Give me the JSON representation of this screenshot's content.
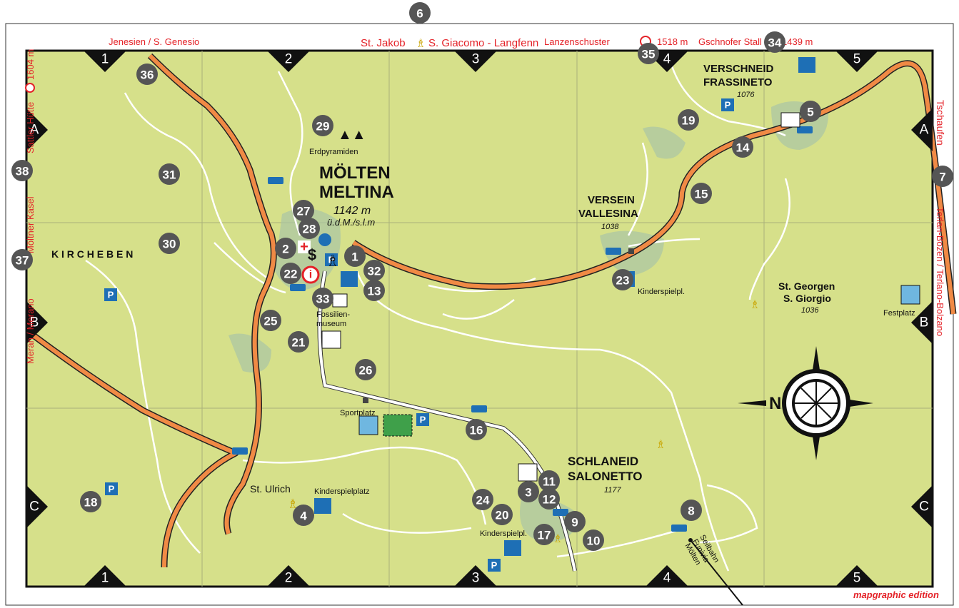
{
  "border_labels": {
    "top_left": "Jenesien / S. Genesio",
    "top_center_a": "St. Jakob",
    "top_center_b": "S. Giacomo - Langfenn",
    "top_right_a": "Lanzenschuster",
    "top_right_a_alt": "1518 m",
    "top_right_b": "Gschnofer Stall",
    "top_right_b_alt": "1439 m",
    "left_upper": "Sattler Hütte",
    "left_upper_alt": "1604 m",
    "left_mid": "Möltner Kasel",
    "left_lower": "Meran / Merano",
    "right_upper": "Tschaufen",
    "right_lower": "Terlan-Bozen / Terlano-Bolzano"
  },
  "grid_columns": [
    "1",
    "2",
    "3",
    "4",
    "5"
  ],
  "grid_rows": [
    "A",
    "B",
    "C"
  ],
  "places": {
    "moelten_de": "MÖLTEN",
    "moelten_it": "MELTINA",
    "moelten_alt": "1142 m",
    "moelten_alt_note": "ü.d.M./s.l.m",
    "versein_de": "VERSEIN",
    "versein_it": "VALLESINA",
    "versein_alt": "1038",
    "verschneid_de": "VERSCHNEID",
    "verschneid_it": "FRASSINETO",
    "verschneid_alt": "1076",
    "stgeorgen_de": "St. Georgen",
    "stgeorgen_it": "S. Giorgio",
    "stgeorgen_alt": "1036",
    "schlaneid_de": "SCHLANEID",
    "schlaneid_it": "SALONETTO",
    "schlaneid_alt": "1177",
    "kircheben": "K I R C H E B E N",
    "st_ulrich": "St. Ulrich"
  },
  "features": {
    "erdpyramiden": "Erdpyramiden",
    "fossilien_1": "Fossilien-",
    "fossilien_2": "museum",
    "kinderspielpl_versein": "Kinderspielpl.",
    "kinderspielpl_schlaneid": "Kinderspielpl.",
    "kinderspielplatz": "Kinderspielplatz",
    "festplatz": "Festplatz",
    "sportplatz": "Sportplatz",
    "seilbahn_1": "Seilbahn",
    "seilbahn_2": "Funivia",
    "seilbahn_3": "Mölten"
  },
  "compass": {
    "north": "N"
  },
  "edition": "mapgraphic edition",
  "poi_numbers": [
    "1",
    "2",
    "3",
    "4",
    "5",
    "6",
    "7",
    "8",
    "9",
    "10",
    "11",
    "12",
    "13",
    "14",
    "15",
    "16",
    "17",
    "18",
    "19",
    "20",
    "21",
    "22",
    "23",
    "24",
    "25",
    "26",
    "27",
    "28",
    "29",
    "30",
    "31",
    "32",
    "33",
    "34",
    "35",
    "36",
    "37",
    "38"
  ],
  "icons": {
    "parking": "P",
    "info": "i",
    "bank": "$",
    "pharmacy": "+"
  },
  "colors": {
    "land": "#d6e08a",
    "main_road": "#f08a45",
    "border_text": "#e42228",
    "poi_circle": "#555555",
    "water_blue": "#1e6fb5"
  }
}
